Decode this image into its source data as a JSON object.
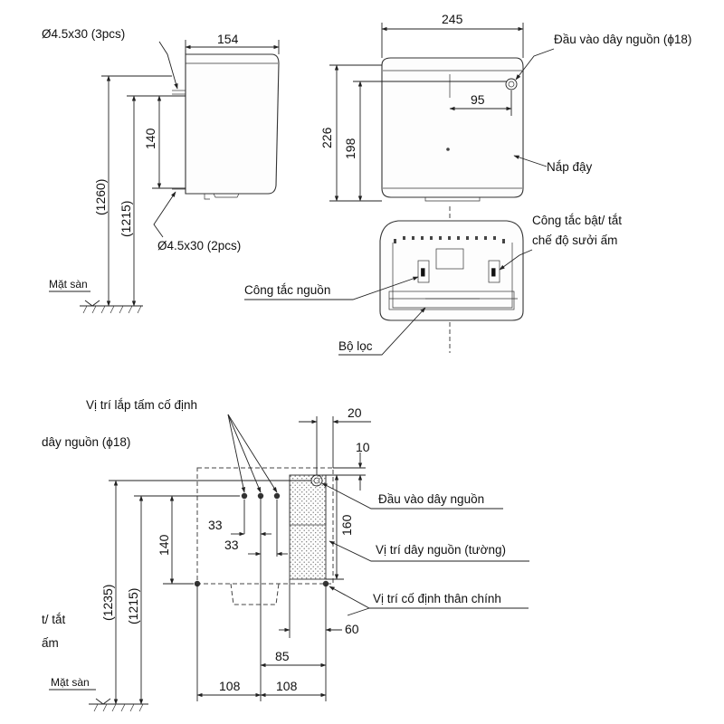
{
  "side_view": {
    "screw_top": "Ø4.5x30 (3pcs)",
    "screw_bottom": "Ø4.5x30 (2pcs)",
    "depth": "154",
    "height_between_screws": "140",
    "height_total": "(1260)",
    "height_screws": "(1215)",
    "floor": "Mặt sàn"
  },
  "front_view": {
    "width": "245",
    "height_total": "226",
    "height_body": "198",
    "inlet_offset": "95",
    "power_inlet": "Đầu vào dây nguồn (ϕ18)",
    "cover": "Nắp đậy"
  },
  "bottom_view": {
    "heat_switch_line1": "Công tắc bật/ tắt",
    "heat_switch_line2": "chế độ sưởi ấm",
    "power_switch": "Công tắc nguồn",
    "filter": "Bộ lọc"
  },
  "wall_plan": {
    "clamp_pos_line1": "Vị trí lắp tấm cố định",
    "clamp_pos_line2": "dây nguồn (ϕ18)",
    "dim_20": "20",
    "dim_10": "10",
    "power_inlet": "Đầu vào dây nguồn",
    "wall_cable": "Vị trí dây nguồn (tường)",
    "fix_pos": "Vị trí cố định thân chính",
    "dim_33a": "33",
    "dim_33b": "33",
    "dim_140": "140",
    "dim_160": "160",
    "dim_60": "60",
    "dim_85": "85",
    "dim_108a": "108",
    "dim_108b": "108",
    "height_total": "(1235)",
    "height_screws": "(1215)",
    "floor": "Mặt sàn",
    "crop_line1": "t/ tắt",
    "crop_line2": "ấm"
  }
}
